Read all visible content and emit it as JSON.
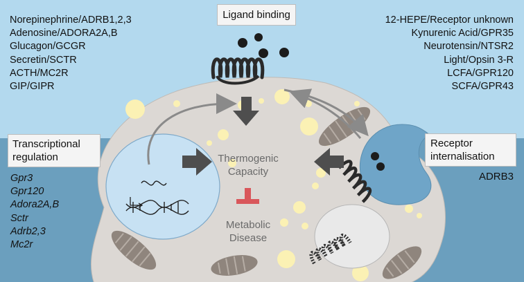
{
  "ligand_box": "Ligand binding",
  "left_ligands": [
    "Norepinephrine/ADRB1,2,3",
    "Adenosine/ADORA2A,B",
    "Glucagon/GCGR",
    "Secretin/SCTR",
    "ACTH/MC2R",
    "GIP/GIPR"
  ],
  "right_ligands": [
    "12-HEPE/Receptor unknown",
    "Kynurenic Acid/GPR35",
    "Neurotensin/NTSR2",
    "Light/Opsin 3-R",
    "LCFA/GPR120",
    "SCFA/GPR43"
  ],
  "transcription_box": [
    "Transcriptional",
    "regulation"
  ],
  "genes": [
    "Gpr3",
    "Gpr120",
    "Adora2A,B",
    "Sctr",
    "Adrb2,3",
    "Mc2r"
  ],
  "internalisation_box": [
    "Receptor",
    "internalisation"
  ],
  "internalisation_receptor": "ADRB3",
  "center": {
    "capacity": [
      "Thermogenic",
      "Capacity"
    ],
    "disease": [
      "Metabolic",
      "Disease"
    ]
  },
  "colors": {
    "sky": "#b3d9ee",
    "lower_band": "#6b9fbe",
    "cell": "#dcd8d4",
    "nucleus": "#c7e1f3",
    "lipid": "#fbf1b4",
    "mitochondria": "#8f857d",
    "arrow": "#4e4e4e",
    "inhibit": "#d9575b"
  }
}
